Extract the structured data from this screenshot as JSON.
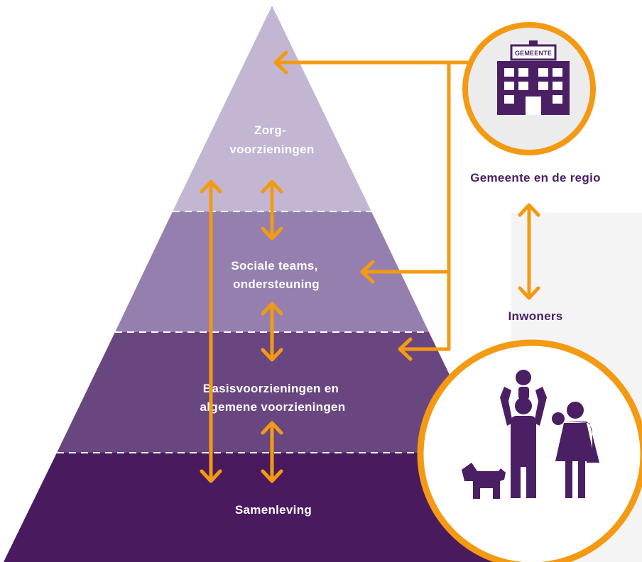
{
  "pyramid": {
    "levels": [
      {
        "lines": [
          "Zorg-",
          "voorzieningen"
        ],
        "color": "#c2b6d3"
      },
      {
        "lines": [
          "Sociale teams,",
          "ondersteuning"
        ],
        "color": "#957fae"
      },
      {
        "lines": [
          "Basisvoorzieningen en",
          "algemene voorzieningen"
        ],
        "color": "#6a4680"
      },
      {
        "lines": [
          "Samenleving"
        ],
        "color": "#4a1a5e"
      }
    ]
  },
  "municipality": {
    "building_sign": "GEMEENTE",
    "label": "Gemeente en de regio"
  },
  "residents": {
    "label": "Inwoners"
  },
  "colors": {
    "arrow": "#f39a12",
    "dark_purple": "#4a1f63",
    "circle_fill": "#ffffff",
    "building_bg": "#ececec"
  }
}
